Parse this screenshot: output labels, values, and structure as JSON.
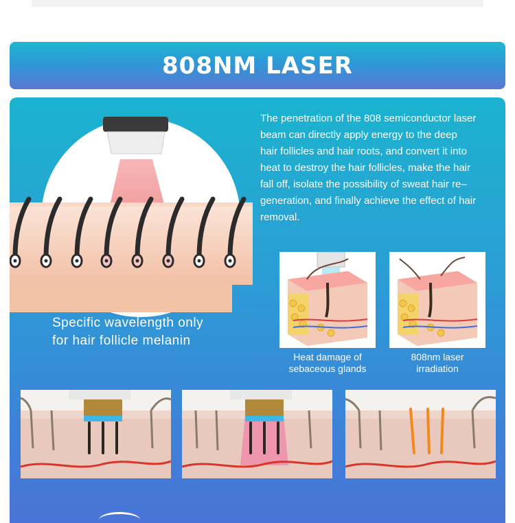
{
  "banner": {
    "title": "808NM LASER"
  },
  "description": {
    "lines": [
      "The penetration of the 808 semiconductor laser",
      "beam can directly apply energy to the deep",
      "hair follicles and hair roots, and convert it into",
      "heat to destroy the hair follicles, make the hair",
      "fall off, isolate the possibility of sweat hair re–",
      "generation, and finally achieve the effect of hair",
      "removal."
    ]
  },
  "illustration": {
    "caption_lines": [
      "Specific wavelength only",
      "for hair follicle melanin"
    ]
  },
  "skin_diagrams": [
    {
      "label_lines": [
        "Heat damage of",
        "sebaceous glands"
      ]
    },
    {
      "label_lines": [
        "808nm laser",
        "irradiation"
      ]
    }
  ],
  "colors": {
    "banner_top": "#1fb6d3",
    "banner_bottom": "#5a78d4",
    "panel_top": "#1bb3cf",
    "panel_bottom": "#4a74d7",
    "skin": "#f4b59a",
    "laser": "#e05b5b"
  }
}
